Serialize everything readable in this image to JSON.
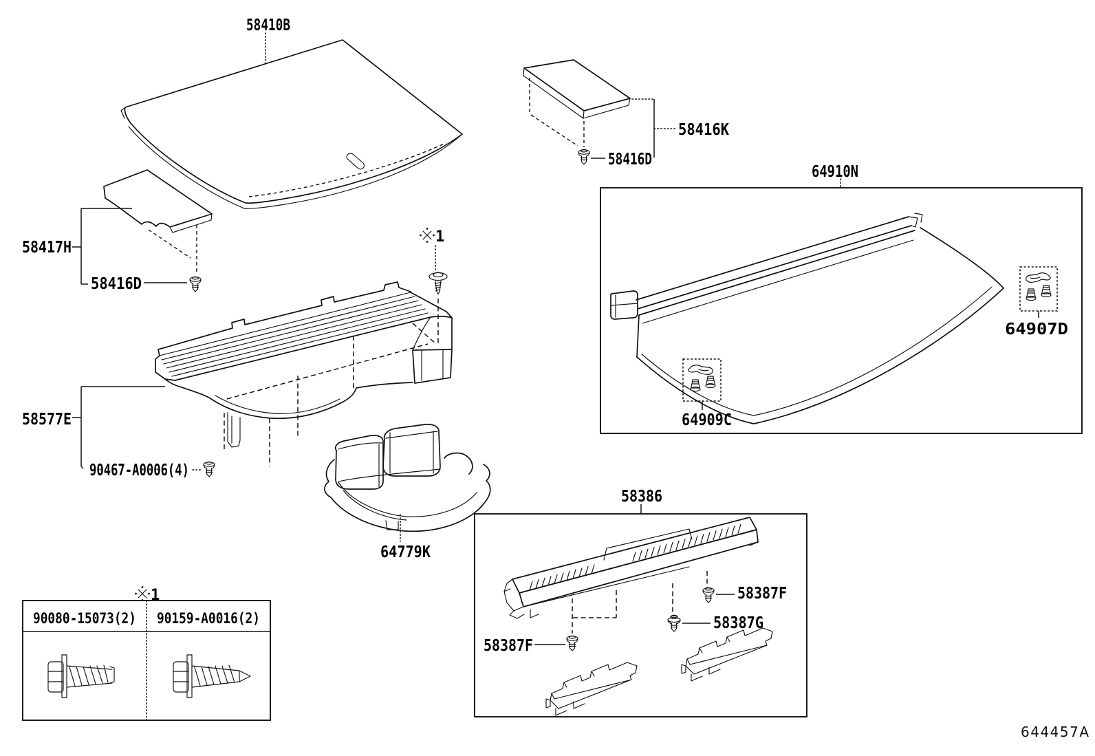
{
  "footer_code": "644457A",
  "footnote": {
    "marker": "※1",
    "digit": "1"
  },
  "parts": {
    "deck_board": "58410B",
    "deck_side_board_rh": "58416K",
    "clip_rh": "58416D",
    "deck_side_board_lh": "58417H",
    "clip_lh": "58416D",
    "luggage_front_plate": "58577E",
    "front_plate_clip": "90467-A0006(4)",
    "spare_wheel_cover": "64779K",
    "tonneau_cover": "64910N",
    "tonneau_hook_kit_rh": "64907D",
    "tonneau_hook_kit_lh": "64909C",
    "rear_scuff_plate": "58386",
    "scuff_clip_front": "58387F",
    "scuff_clip_rear": "58387F",
    "scuff_screw": "58387G"
  },
  "fastener_table": {
    "columns": [
      "90080-15073(2)",
      "90159-A0016(2)"
    ]
  }
}
